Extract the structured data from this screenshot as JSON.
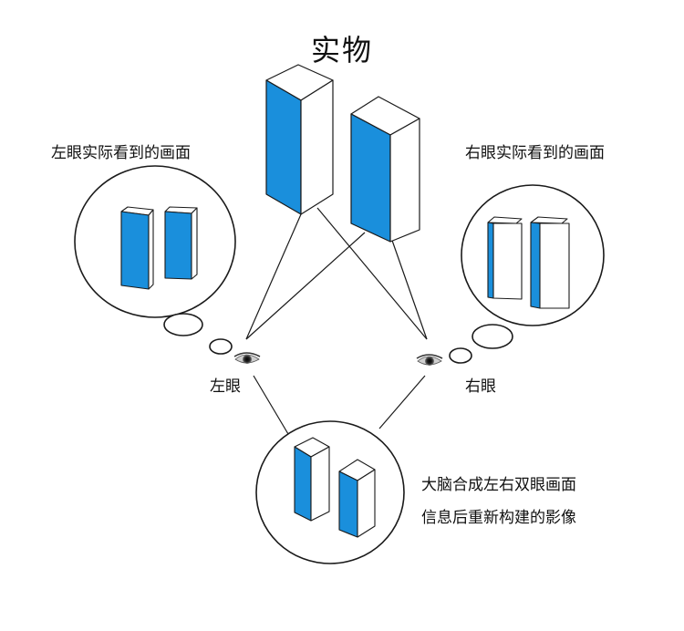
{
  "title": "实物",
  "left_view_label": "左眼实际看到的画面",
  "right_view_label": "右眼实际看到的画面",
  "left_eye_label": "左眼",
  "right_eye_label": "右眼",
  "brain_caption": {
    "line1": "大脑合成左右双眼画面",
    "line2": "信息后重新构建的影像"
  },
  "colors": {
    "accent_blue": "#1a8fdc",
    "line": "#1a1a1a",
    "background": "#ffffff"
  },
  "icons": [
    "eye-icon"
  ]
}
